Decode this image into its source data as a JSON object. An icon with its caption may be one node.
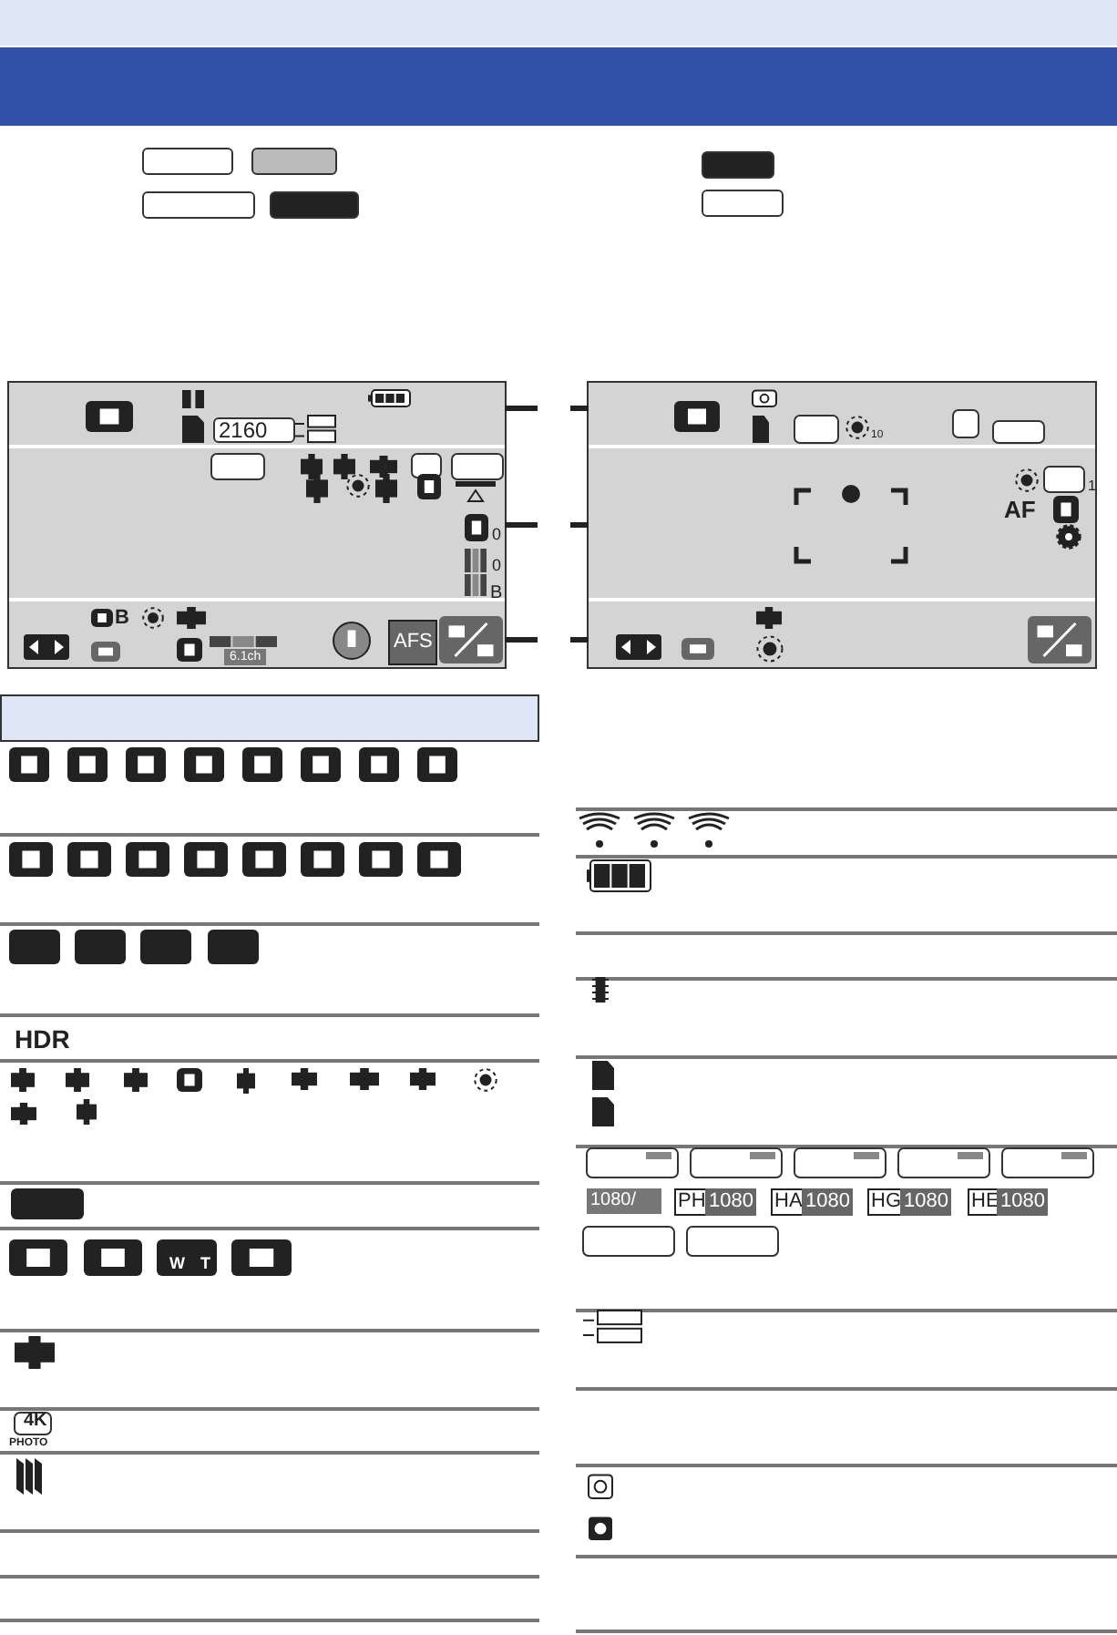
{
  "diagram": {
    "nodes": [
      {
        "text": [],
        "shape": "bar"
      },
      {
        "text": [],
        "shape": "bar"
      },
      {
        "text": [],
        "shape": "bar"
      },
      {
        "text": [],
        "shape": "bar"
      },
      {
        "text": [],
        "shape": "bar"
      },
      {
        "text": [],
        "shape": "bar"
      },
      {
        "text": [],
        "shape": "bar"
      },
      {
        "text": [],
        "shape": "bar"
      }
    ],
    "edges": [
      {
        "from": null,
        "to": 0,
        "arrow": "none"
      },
      {
        "from": null,
        "to": 1,
        "arrow": "none"
      },
      {
        "from": null,
        "to": 2,
        "arrow": "none"
      },
      {
        "from": null,
        "to": 3,
        "arrow": "none"
      },
      {
        "from": null,
        "to": 4,
        "arrow": "none"
      },
      {
        "from": null,
        "to": 5,
        "arrow": "none"
      }
    ],
    "labels": [
      "2160",
      "0",
      "0",
      "B",
      "B",
      "6.1ch",
      "AFS",
      "10",
      "1",
      "AF",
      "HDR",
      "W",
      "T",
      "4K",
      "PHOTO",
      "1080/",
      "PH",
      "1080",
      "HA",
      "1080",
      "HG",
      "1080",
      "HE",
      "1080"
    ]
  }
}
